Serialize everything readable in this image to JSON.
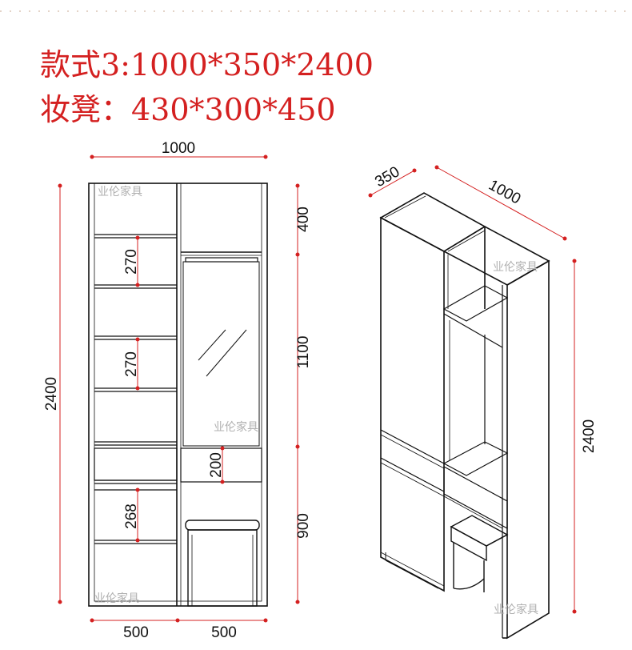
{
  "header": {
    "line1": "款式3:1000*350*2400",
    "line2": "妆凳：430*300*450"
  },
  "front_view": {
    "width_label": "1000",
    "height_label": "2400",
    "shelf_label_1": "270",
    "shelf_label_2": "270",
    "lower_shelf_label": "268",
    "drawer_label": "200",
    "right_top_label": "400",
    "right_mid_label": "1100",
    "right_bottom_label": "900",
    "bottom_left_label": "500",
    "bottom_right_label": "500"
  },
  "iso_view": {
    "depth_label": "350",
    "width_label": "1000",
    "height_label": "2400"
  },
  "watermarks": [
    "业伦家具",
    "业伦家具",
    "业伦家具",
    "业伦家具"
  ],
  "colors": {
    "title": "#d42020",
    "dimension_line": "#d42020",
    "outline": "#111111"
  }
}
